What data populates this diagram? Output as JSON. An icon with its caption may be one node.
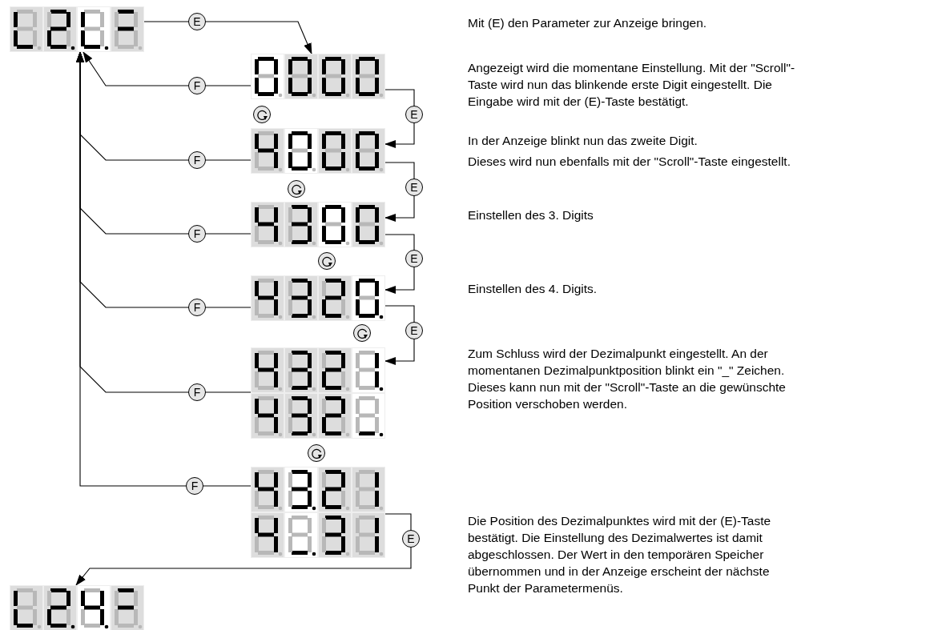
{
  "diagram": {
    "nodes": [
      {
        "text": [],
        "shape": "picture"
      },
      {
        "text": [],
        "shape": "picture"
      },
      {
        "text": [],
        "shape": "picture"
      },
      {
        "text": [],
        "shape": "picture"
      },
      {
        "text": [],
        "shape": "picture"
      },
      {
        "text": [],
        "shape": "picture"
      },
      {
        "text": [],
        "shape": "picture"
      },
      {
        "text": [],
        "shape": "picture"
      },
      {
        "text": [],
        "shape": "picture"
      },
      {
        "text": [],
        "shape": "picture"
      }
    ],
    "edges": [
      {
        "from": 0,
        "to": 1,
        "arrow": "to",
        "label": "E"
      },
      {
        "from": 1,
        "to": 0,
        "arrow": "to",
        "label": "F"
      },
      {
        "from": 1,
        "to": 2,
        "arrow": "to",
        "label": "E"
      },
      {
        "from": 2,
        "to": 0,
        "arrow": "to",
        "label": "F"
      },
      {
        "from": 2,
        "to": 3,
        "arrow": "to",
        "label": "E"
      },
      {
        "from": 3,
        "to": 0,
        "arrow": "to",
        "label": "F"
      },
      {
        "from": 3,
        "to": 4,
        "arrow": "to",
        "label": "E"
      },
      {
        "from": 4,
        "to": 0,
        "arrow": "to",
        "label": "F"
      },
      {
        "from": 4,
        "to": 5,
        "arrow": "to",
        "label": "E"
      },
      {
        "from": 5,
        "to": 0,
        "arrow": "to",
        "label": "F"
      },
      {
        "from": 7,
        "to": 0,
        "arrow": "to",
        "label": "F"
      },
      {
        "from": 8,
        "to": 9,
        "arrow": "to",
        "label": "E"
      }
    ],
    "labels": [
      "Mit (E) den Parameter zur Anzeige bringen.",
      "Angezeigt wird die momentane Einstellung. Mit der \"Scroll\"-Taste wird nun das blinkende erste Digit eingestellt. Die Eingabe wird mit der (E)-Taste bestätigt.",
      "In der Anzeige blinkt nun das zweite Digit.",
      "Dieses wird nun ebenfalls mit der \"Scroll\"-Taste eingestellt.",
      "Einstellen des 3. Digits",
      "Einstellen des 4. Digits.",
      "Zum Schluss wird der Dezimalpunkt eingestellt. An der momentanen Dezimalpunktposition blinkt ein \"_\" Zeichen. Dieses kann nun mit der \"Scroll\"-Taste an die gewünschte Position verschoben werden.",
      "Die Position des Dezimalpunktes wird mit der (E)-Taste bestätigt. Die Einstellung des Dezimalwertes ist damit abgeschlossen. Der Wert in den temporären Speicher übernommen und in der Anzeige erscheint der nächste Punkt der Parametermenüs."
    ]
  }
}
